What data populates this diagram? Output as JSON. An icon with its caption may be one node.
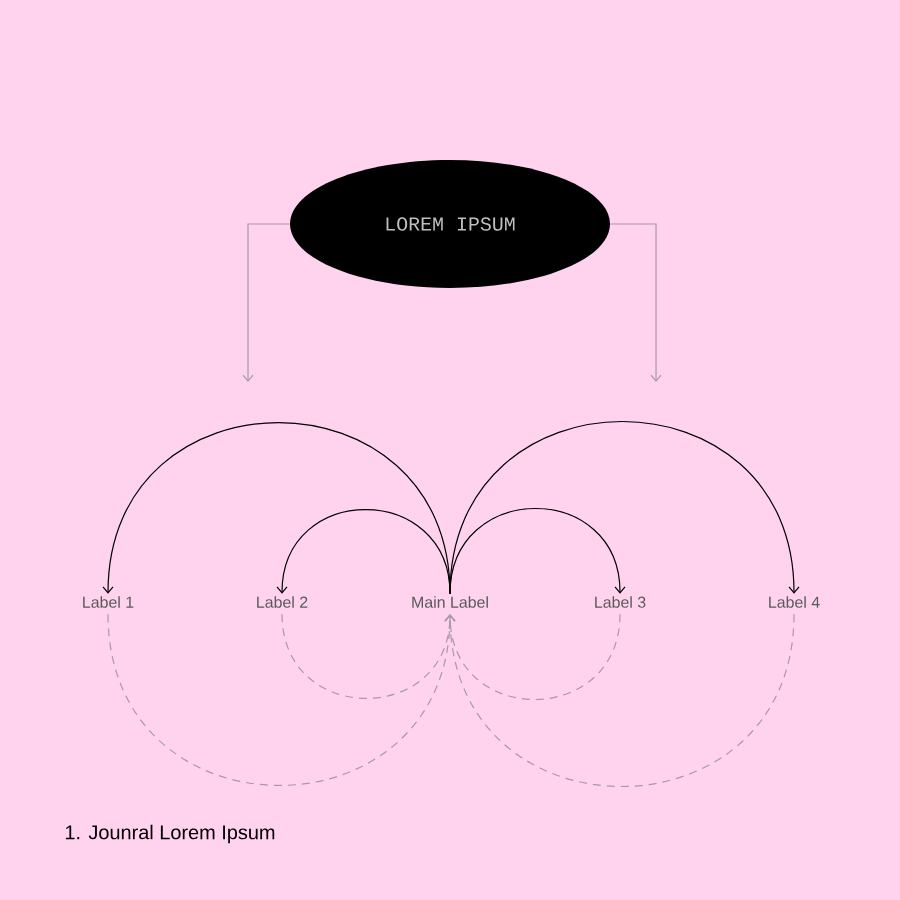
{
  "diagram": {
    "caption": "1. Jounral Lorem Ipsum",
    "nodes": [
      {
        "text": [
          "LOREM IPSUM"
        ]
      },
      {
        "text": [
          "Label 1"
        ]
      },
      {
        "text": [
          "Label 2"
        ]
      },
      {
        "text": [
          "Main Label"
        ]
      },
      {
        "text": [
          "Label 3"
        ]
      },
      {
        "text": [
          "Label 4"
        ]
      }
    ],
    "edges": [
      {
        "from": 0,
        "to": null,
        "arrow": "to",
        "color": "#a898a8"
      },
      {
        "from": 0,
        "to": null,
        "arrow": "to",
        "color": "#a898a8"
      },
      {
        "from": 3,
        "to": 1,
        "arrow": "to",
        "color": "#000000"
      },
      {
        "from": 3,
        "to": 2,
        "arrow": "to",
        "color": "#000000"
      },
      {
        "from": 3,
        "to": 4,
        "arrow": "to",
        "color": "#000000"
      },
      {
        "from": 3,
        "to": 5,
        "arrow": "to",
        "color": "#000000"
      },
      {
        "from": 1,
        "to": 3,
        "arrow": "to",
        "style": "dashed",
        "color": "#a898a8"
      },
      {
        "from": 2,
        "to": 3,
        "arrow": "to",
        "style": "dashed",
        "color": "#a898a8"
      },
      {
        "from": 4,
        "to": 3,
        "arrow": "to",
        "style": "dashed",
        "color": "#a898a8"
      },
      {
        "from": 5,
        "to": 3,
        "arrow": "to",
        "style": "dashed",
        "color": "#a898a8"
      }
    ]
  }
}
